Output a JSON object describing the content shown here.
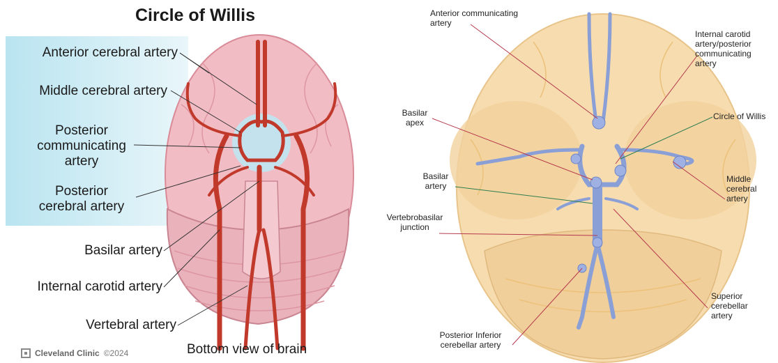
{
  "left": {
    "title": "Circle of Willis",
    "labels": {
      "anterior_cerebral": "Anterior cerebral artery",
      "middle_cerebral": "Middle cerebral artery",
      "posterior_communicating": "Posterior\ncommunicating\nartery",
      "posterior_cerebral": "Posterior\ncerebral artery",
      "basilar": "Basilar artery",
      "internal_carotid": "Internal carotid artery",
      "vertebral": "Vertebral artery"
    },
    "caption": "Bottom view of brain",
    "brand": "Cleveland Clinic",
    "copyright": "©2024"
  },
  "right": {
    "labels": {
      "anterior_communicating": "Anterior communicating\nartery",
      "internal_carotid_posterior_comm": "Internal carotid\nartery/posterior\ncommunicating\nartery",
      "basilar_apex": "Basilar\napex",
      "circle_of_willis": "Circle of Willis",
      "basilar_artery": "Basilar\nartery",
      "middle_cerebral": "Middle\ncerebral\nartery",
      "vertebrobasilar": "Vertebrobasilar\njunction",
      "superior_cerebellar": "Superior\ncerebellar\nartery",
      "posterior_inferior_cerebellar": "Posterior Inferior\ncerebellar artery"
    }
  },
  "colors": {
    "artery_red": "#c0392b",
    "brain_pink": "#f2bcc4",
    "brain_tan": "#f6dcae",
    "vessel_blue": "#8a9fd6",
    "highlight_blue": "#bfe6f2",
    "leader_red": "#b5394d",
    "leader_green": "#2e7d4f"
  }
}
